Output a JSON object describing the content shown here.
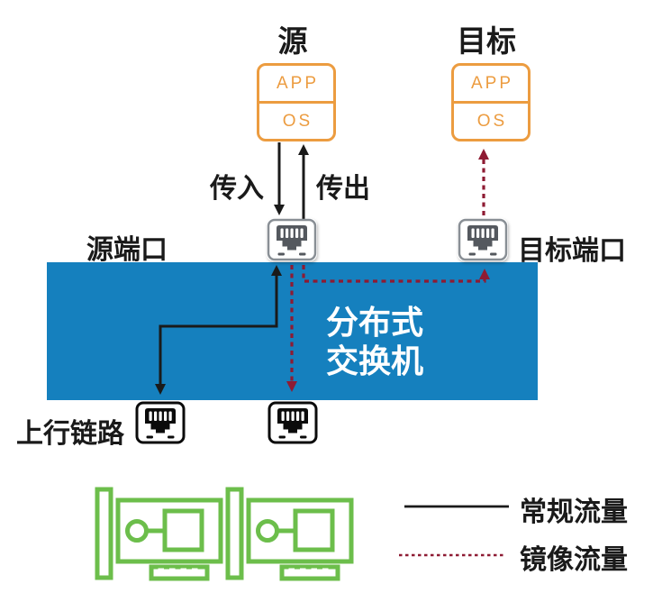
{
  "figure": {
    "source_group_label": "源",
    "target_group_label": "目标",
    "vm_box": {
      "app_label": "APP",
      "os_label": "OS"
    },
    "traffic_in_label": "传入",
    "traffic_out_label": "传出",
    "source_port_label": "源端口",
    "target_port_label": "目标端口",
    "switch_name_line1": "分布式",
    "switch_name_line2": "交换机",
    "uplink_label": "上行链路",
    "legend": {
      "normal_traffic_label": "常规流量",
      "mirror_traffic_label": "镜像流量"
    },
    "colors": {
      "switch_blue": "#1580BE",
      "box_orange": "#EC9C40",
      "nic_green": "#6CBE4B",
      "mirror_maroon": "#8E1B33",
      "normal_black": "#1A1A1A",
      "port_glyph_gray": "#54585E"
    },
    "icons": {
      "source_port": "rj45-port-icon",
      "target_port": "rj45-port-icon",
      "uplink_port": "rj45-port-icon",
      "nic": "network-adapter-icon"
    }
  }
}
